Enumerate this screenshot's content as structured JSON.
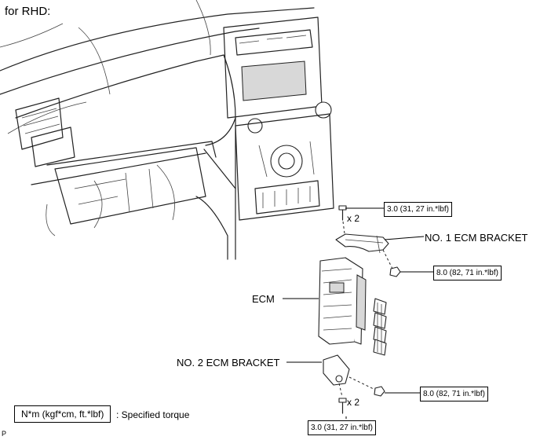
{
  "title": "for RHD:",
  "labels": {
    "ecm": "ECM",
    "no1_bracket": "NO. 1 ECM BRACKET",
    "no2_bracket": "NO. 2 ECM BRACKET"
  },
  "torques": {
    "bolt_top": "3.0 (31, 27 in.*lbf)",
    "nut_no1": "8.0 (82, 71 in.*lbf)",
    "nut_no2": "8.0 (82, 71 in.*lbf)",
    "bolt_bottom": "3.0 (31, 27 in.*lbf)"
  },
  "quantities": {
    "top": "x 2",
    "bottom": "x 2"
  },
  "legend": {
    "unit": "N*m (kgf*cm, ft.*lbf)",
    "description": ": Specified torque"
  },
  "footer_code": "P"
}
